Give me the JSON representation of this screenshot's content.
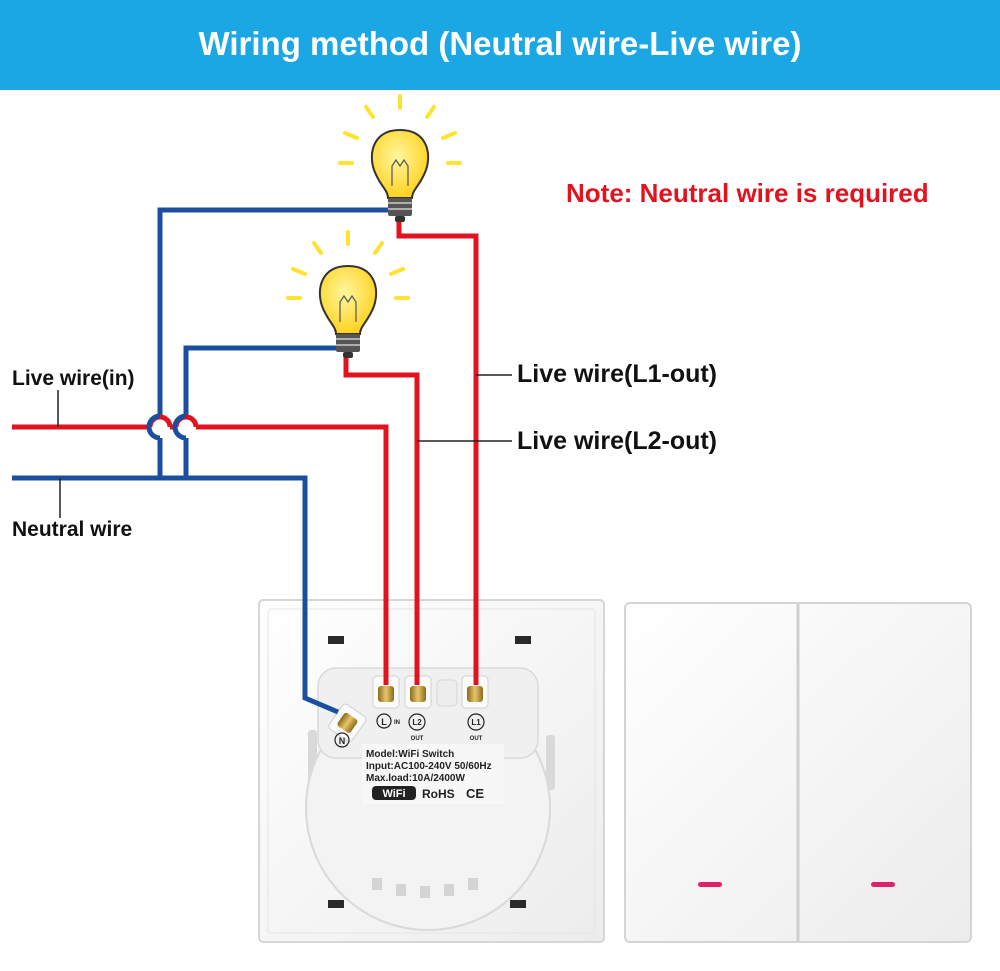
{
  "header": {
    "title": "Wiring method (Neutral wire-Live wire)"
  },
  "note": {
    "text": "Note: Neutral wire is required",
    "color": "#e3121f"
  },
  "labels": {
    "live_in": "Live wire(in)",
    "neutral": "Neutral wire",
    "l1_out": "Live wire(L1-out)",
    "l2_out": "Live wire(L2-out)"
  },
  "terminals": {
    "n": "N",
    "l_in": "L",
    "l_in_sub": "IN",
    "l2": "L2",
    "l2_sub": "OUT",
    "l1": "L1",
    "l1_sub": "OUT"
  },
  "sticker": {
    "model": "Model:WiFi Switch",
    "input": "Input:AC100-240V 50/60Hz",
    "maxload": "Max.load:10A/2400W",
    "wifi": "WiFi",
    "rohs": "RoHS",
    "ce": "CE"
  },
  "colors": {
    "header_bg": "#1aa7e4",
    "live": "#e3121f",
    "neutral": "#1a4fa0",
    "bulb": "#ffe330",
    "indicator": "#e0206a"
  }
}
